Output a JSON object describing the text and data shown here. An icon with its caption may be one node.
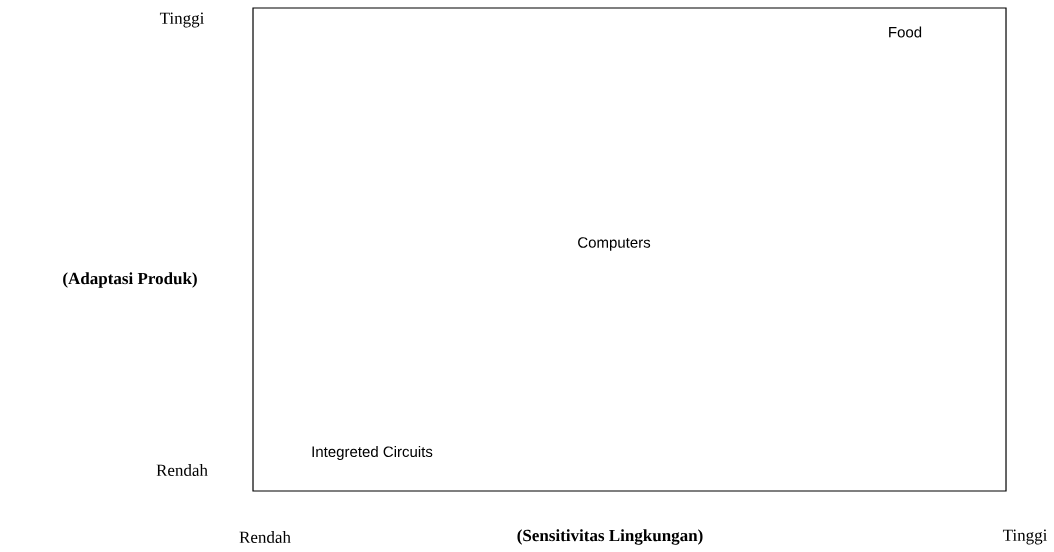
{
  "diagram": {
    "nodes": [
      {
        "text": [
          "Food",
          "Computers",
          "Integreted Circuits"
        ]
      }
    ],
    "labels": [
      "Tinggi",
      "(Adaptasi Produk)",
      "Rendah",
      "Rendah",
      "(Sensitivitas Lingkungan)",
      "Tinggi"
    ]
  }
}
